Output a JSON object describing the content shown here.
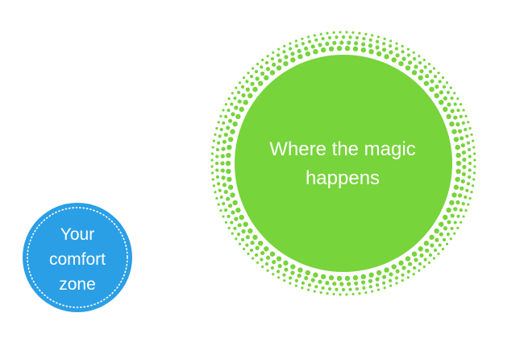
{
  "comfort_zone": {
    "lines": [
      "Your",
      "comfort",
      "zone"
    ],
    "fill_color": "#2b9fe6",
    "ring_color": "#ffffff"
  },
  "magic_zone": {
    "lines": [
      "Where the magic",
      "happens"
    ],
    "fill_color": "#77d43b",
    "dot_color": "#77d43b"
  },
  "background_color": "#ffffff"
}
